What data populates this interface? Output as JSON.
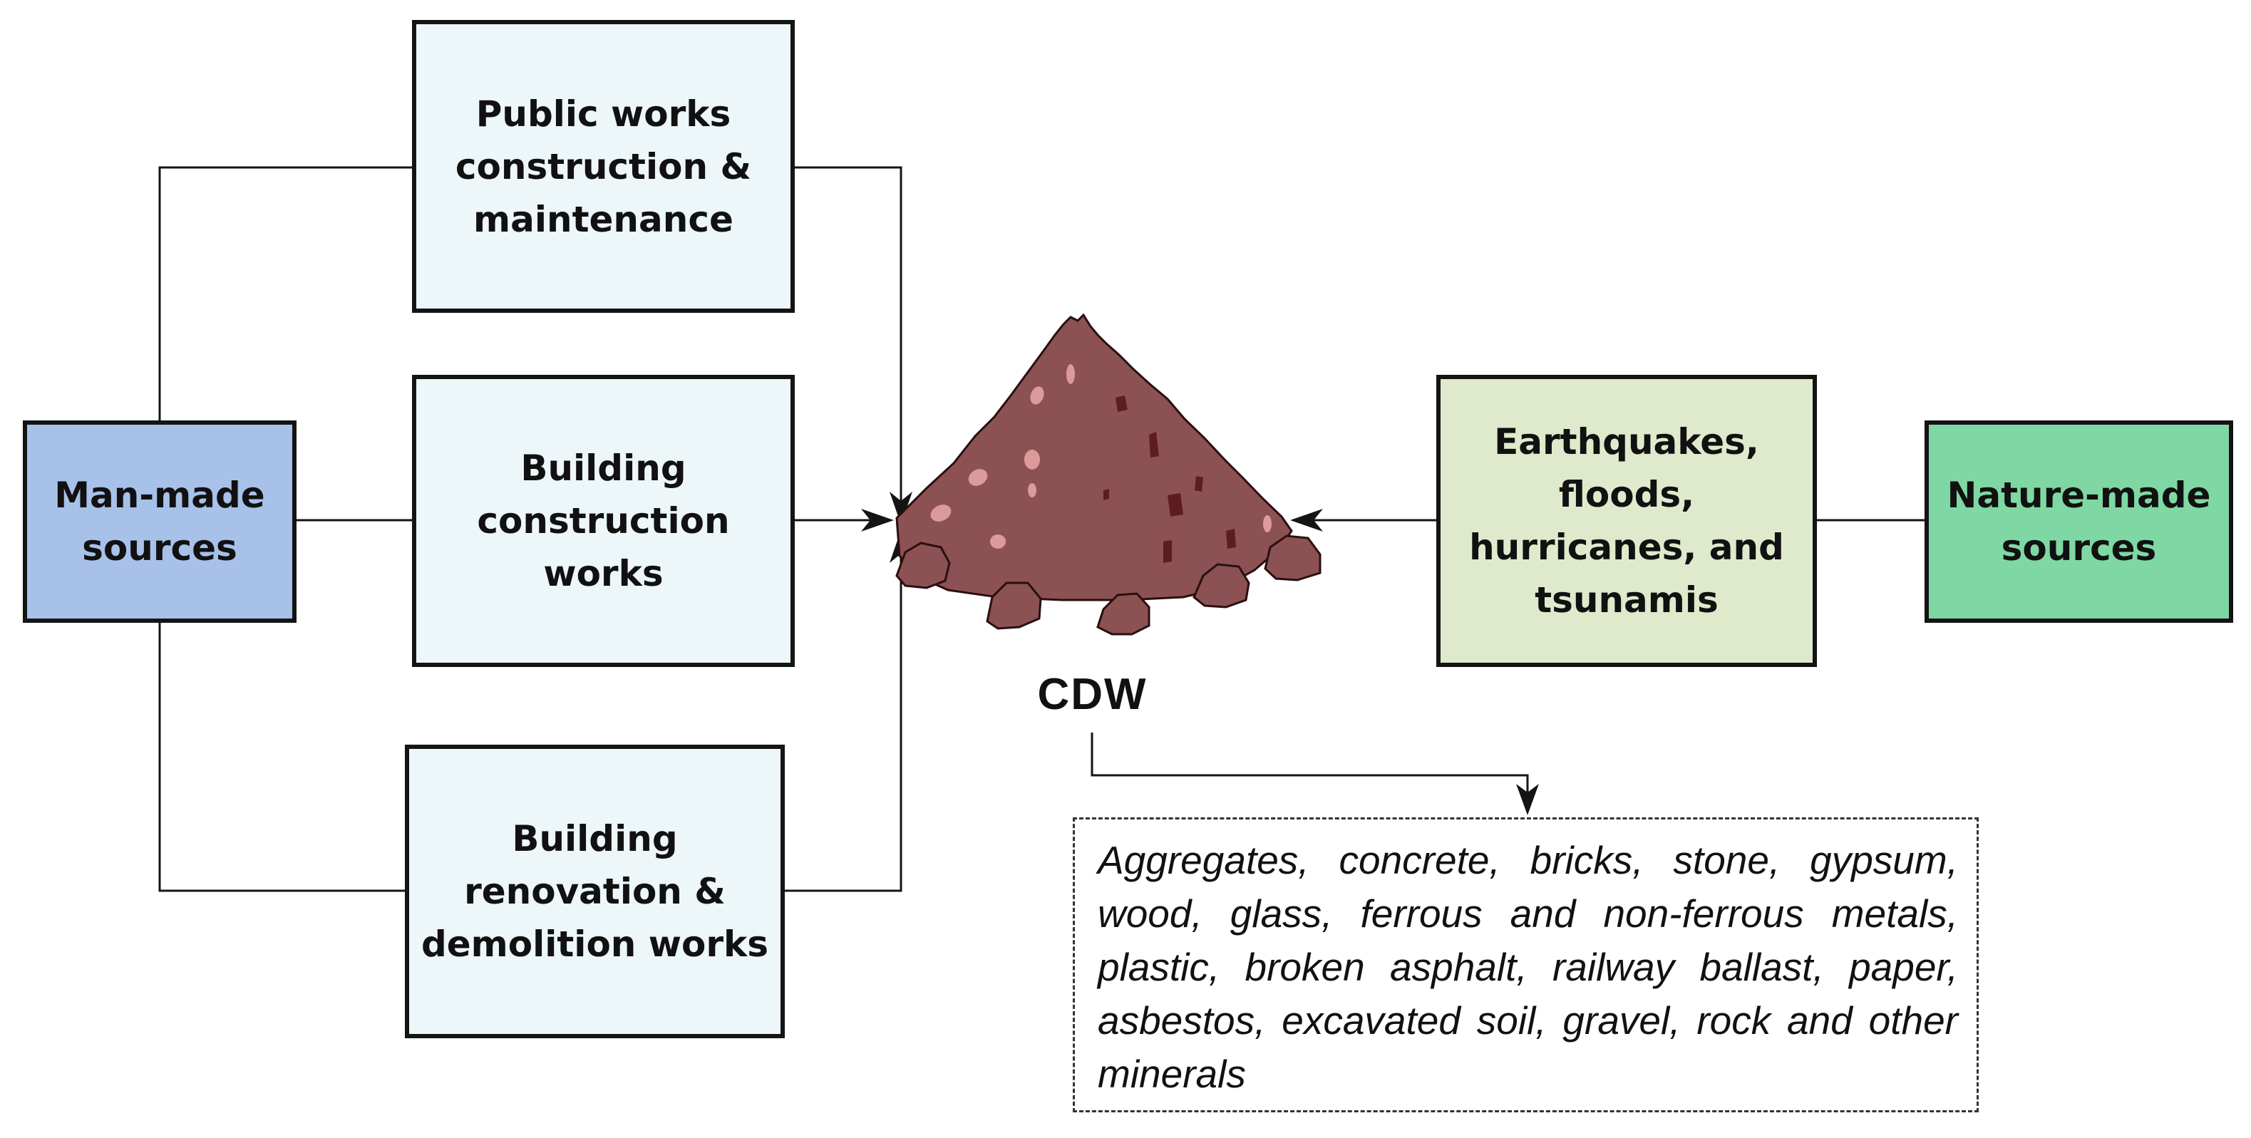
{
  "colors": {
    "man_made_fill": "#a7c1e9",
    "process_fill": "#edf6f9",
    "natural_events_fill": "#dfeacc",
    "nature_made_fill": "#7fd8a3",
    "pile_fill": "#8c5152",
    "pile_speck_light": "#dc9a9b",
    "pile_speck_dark": "#5d1d1f",
    "line": "#141414"
  },
  "nodes": {
    "man_made": "Man-made\nsources",
    "public_works": "Public works\nconstruction &\nmaintenance",
    "building_construction": "Building\nconstruction\nworks",
    "building_renovation": "Building\nrenovation &\ndemolition works",
    "natural_events": "Earthquakes,\nfloods,\nhurricanes, and\ntsunamis",
    "nature_made": "Nature-made\nsources"
  },
  "cdw_label": "CDW",
  "materials": "Aggregates, concrete, bricks, stone, gypsum, wood, glass, ferrous and non-ferrous metals, plastic, broken asphalt, railway ballast, paper, asbestos, excavated soil, gravel, rock and other minerals",
  "icons": {
    "pile": "debris-pile-icon"
  }
}
